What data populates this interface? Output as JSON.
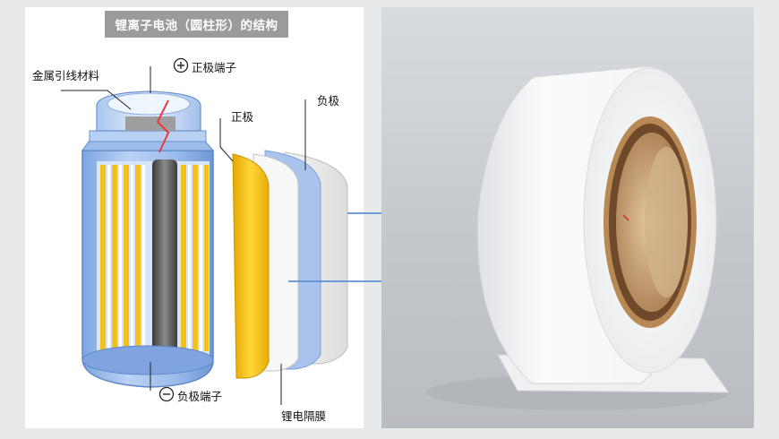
{
  "title": "锂离子电池（圆柱形）的结构",
  "labels": {
    "lead_material": "金属引线材料",
    "positive_terminal": "正极端子",
    "positive_electrode": "正极",
    "negative_electrode": "负极",
    "negative_terminal": "负极端子",
    "separator": "锂电隔膜"
  },
  "symbols": {
    "plus": "+",
    "minus": "−"
  },
  "colors": {
    "casing_blue": "#8fb3e6",
    "positive_yellow": "#f2c21b",
    "core_gray": "#5c5c5c",
    "arrow_blue": "#5b8fd6",
    "title_gray": "#9b9b9b"
  },
  "icons": {
    "plus_circle": "plus-circle-icon",
    "minus_circle": "minus-circle-icon",
    "arrow": "arrow-right-icon"
  }
}
